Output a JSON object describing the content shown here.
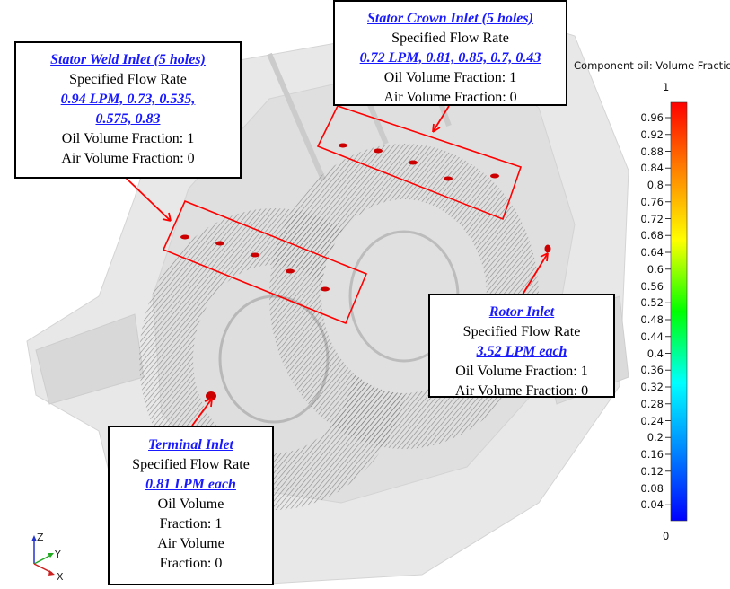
{
  "callouts": {
    "stator_weld": {
      "title": "Stator Weld Inlet (5 holes)",
      "spec": "Specified Flow Rate",
      "flow_1": "0.94 LPM, 0.73, 0.535,",
      "flow_2": "0.575, 0.83",
      "oil": "Oil Volume Fraction: 1",
      "air": "Air Volume Fraction: 0"
    },
    "stator_crown": {
      "title": "Stator Crown Inlet (5 holes)",
      "spec": "Specified Flow Rate",
      "flow": "0.72 LPM, 0.81, 0.85, 0.7, 0.43",
      "oil": "Oil Volume Fraction: 1",
      "air": "Air Volume Fraction: 0"
    },
    "rotor": {
      "title": "Rotor Inlet",
      "spec": "Specified Flow Rate",
      "flow": "3.52 LPM each",
      "oil": "Oil Volume Fraction: 1",
      "air": "Air Volume Fraction: 0"
    },
    "terminal": {
      "title": "Terminal Inlet",
      "spec": "Specified Flow Rate",
      "flow": "0.81 LPM each",
      "oil_1": "Oil Volume",
      "oil_2": "Fraction: 1",
      "air_1": "Air Volume",
      "air_2": "Fraction: 0"
    }
  },
  "colorbar": {
    "title": "Component oil: Volume Fraction",
    "max_label": "1",
    "min_label": "0",
    "ticks": [
      "0.96",
      "0.92",
      "0.88",
      "0.84",
      "0.8",
      "0.76",
      "0.72",
      "0.68",
      "0.64",
      "0.6",
      "0.56",
      "0.52",
      "0.48",
      "0.44",
      "0.4",
      "0.36",
      "0.32",
      "0.28",
      "0.24",
      "0.2",
      "0.16",
      "0.12",
      "0.08",
      "0.04"
    ],
    "colors": [
      "#ff0000",
      "#ff8800",
      "#ffff00",
      "#00ff00",
      "#00ffff",
      "#0088ff",
      "#0000ff"
    ]
  },
  "triad": {
    "z": "Z",
    "y": "Y",
    "x": "X"
  },
  "colors": {
    "callout_title": "#1a1aff",
    "inlet_marker": "#cc0000",
    "box_outline": "#ff0000",
    "geometry": "#9a9a9a"
  }
}
